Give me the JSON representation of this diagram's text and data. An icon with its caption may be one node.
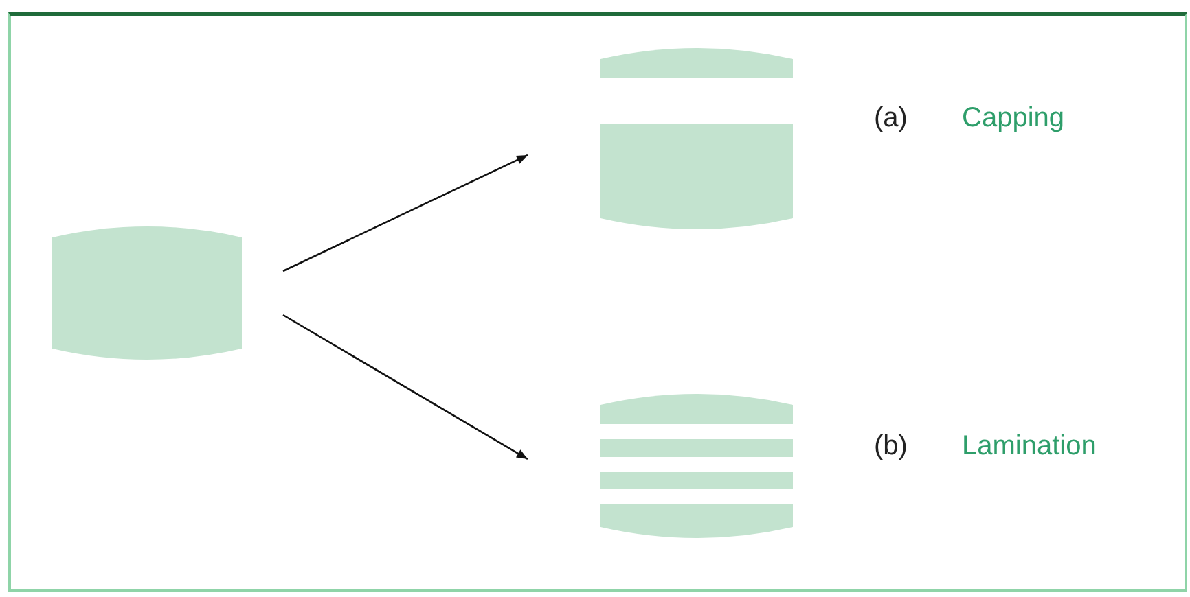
{
  "diagram": {
    "nodes": [
      {
        "text": [],
        "shape": "tablet"
      },
      {
        "text": [],
        "shape": "tablet",
        "beside": [
          "(a)",
          "Capping"
        ]
      },
      {
        "text": [],
        "shape": "tablet",
        "beside": [
          "(b)",
          "Lamination"
        ]
      }
    ],
    "edges": [
      {
        "from": 0,
        "to": 1,
        "arrow": "to"
      },
      {
        "from": 0,
        "to": 2,
        "arrow": "to"
      }
    ]
  }
}
